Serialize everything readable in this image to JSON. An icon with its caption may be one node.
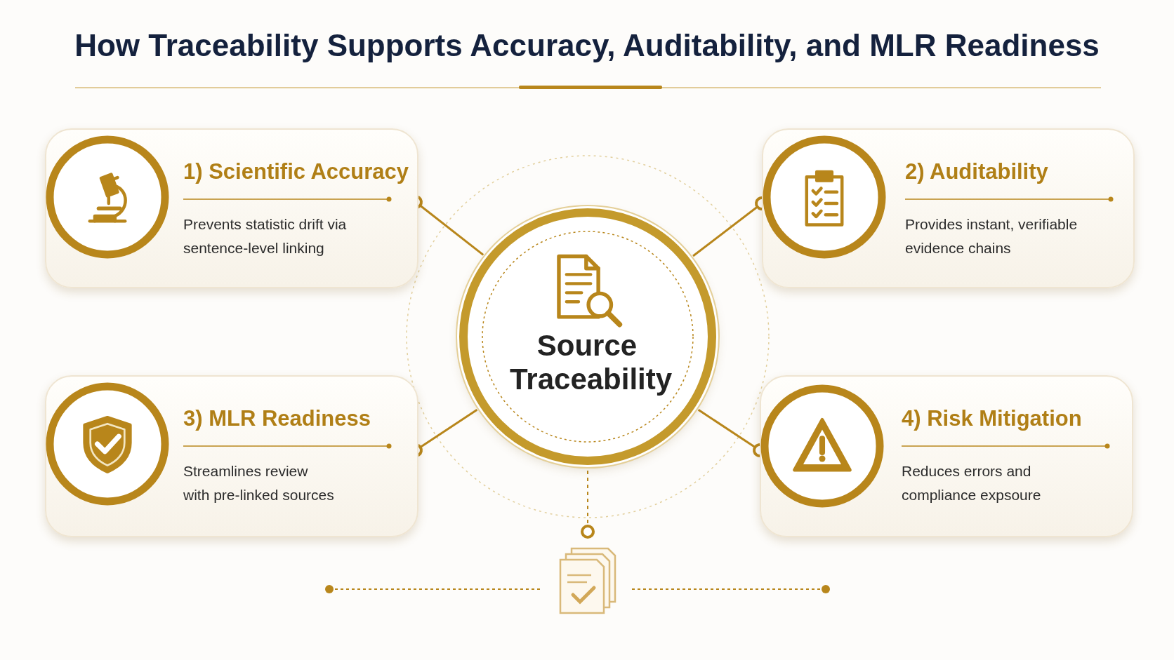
{
  "diagram": {
    "title": "How Traceability Supports Accuracy, Auditability, and MLR Readiness",
    "nodes": [
      {
        "text": [
          "1) Scientific Accuracy",
          "Prevents statistic drift via sentence-level linking"
        ]
      },
      {
        "text": [
          "2) Auditability",
          "Provides instant, verifiable evidence chains"
        ]
      },
      {
        "text": [
          "Source Traceability"
        ]
      },
      {
        "text": [
          "3) MLR Readiness",
          "Streamlines review with pre-linked sources"
        ]
      },
      {
        "text": [
          "4) Risk Mitigation",
          "Reduces errors and compliance expsoure"
        ]
      },
      {
        "text": [],
        "shape": "document"
      }
    ],
    "edges": [
      {
        "from": 2,
        "to": 0,
        "arrow": "other"
      },
      {
        "from": 2,
        "to": 1,
        "arrow": "other"
      },
      {
        "from": 2,
        "to": 3,
        "arrow": "other"
      },
      {
        "from": 2,
        "to": 4,
        "arrow": "other"
      },
      {
        "from": 2,
        "to": 5,
        "arrow": "other",
        "style": "dashed"
      }
    ]
  }
}
